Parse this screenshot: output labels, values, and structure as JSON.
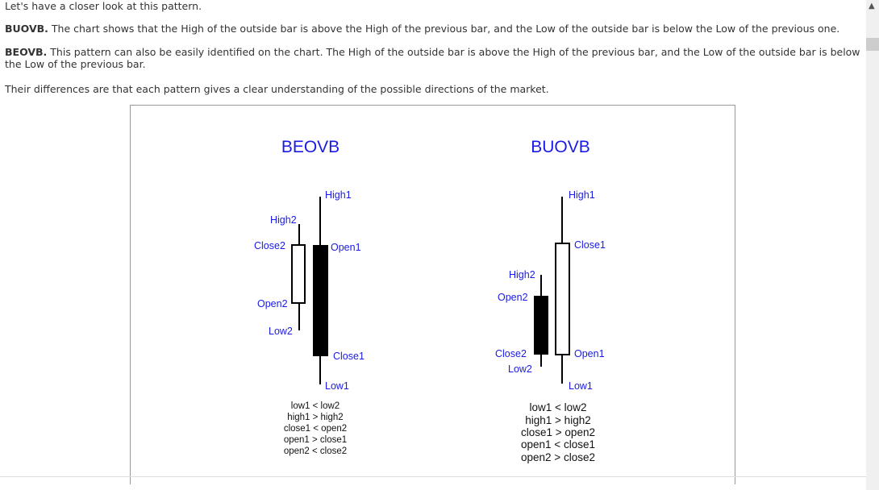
{
  "paragraphs": {
    "intro": "Let's have a closer look at this pattern.",
    "buovb_term": "BUOVB.",
    "buovb_text": " The chart shows that the High of the outside bar is above the High of the previous bar, and the Low of the outside bar is below the Low of the previous one.",
    "beovb_term": "BEOVB.",
    "beovb_text": " This pattern can also be easily identified on the chart. The High of the outside bar is above the High of the previous bar, and the Low of the outside bar is below the Low of the previous bar.",
    "differences": "Their differences are that each pattern gives a clear understanding of the possible directions of the market."
  },
  "figure": {
    "beovb": {
      "title": "BEOVB",
      "labels": {
        "high1": "High1",
        "high2": "High2",
        "close2": "Close2",
        "open1": "Open1",
        "open2": "Open2",
        "low2": "Low2",
        "close1": "Close1",
        "low1": "Low1"
      },
      "conditions": [
        "low1 < low2",
        "high1 > high2",
        "close1 < open2",
        "open1 > close1",
        "open2 < close2"
      ]
    },
    "buovb": {
      "title": "BUOVB",
      "labels": {
        "high1": "High1",
        "close1": "Close1",
        "high2": "High2",
        "open2": "Open2",
        "close2": "Close2",
        "open1": "Open1",
        "low2": "Low2",
        "low1": "Low1"
      },
      "conditions": [
        "low1 < low2",
        "high1 > high2",
        "close1 > open2",
        "open1 < close1",
        "open2 > close2"
      ]
    },
    "colors": {
      "label": "#1a1ae6",
      "candle": "#000000"
    }
  },
  "scrollbar": {
    "up_icon": "chevron-up-icon"
  }
}
